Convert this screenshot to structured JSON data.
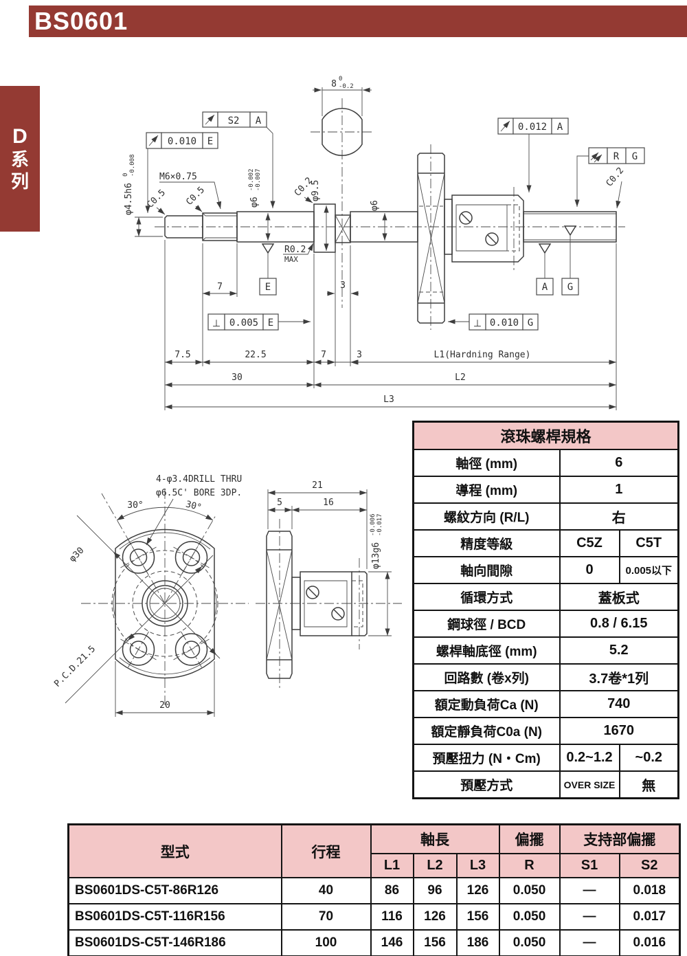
{
  "header": {
    "title": "BS0601"
  },
  "series_tab": {
    "letter": "D",
    "char1": "系",
    "char2": "列"
  },
  "colors": {
    "brand": "#943a33",
    "pink": "#f3c7c7",
    "line": "#3d3d3d"
  },
  "top_drawing": {
    "dim8_main": "8",
    "dim8_tol_top": "0",
    "dim8_tol_bot": "-0.2",
    "frame_s2_val": "S2",
    "frame_s2_datum": "A",
    "frame_010e_val": "0.010",
    "frame_010e_datum": "E",
    "frame_012a_val": "0.012",
    "frame_012a_datum": "A",
    "frame_rg_val": "R",
    "frame_rg_datum": "G",
    "frame_005e_sym": "⊥",
    "frame_005e_val": "0.005",
    "frame_005e_datum": "E",
    "frame_010g_sym": "⊥",
    "frame_010g_val": "0.010",
    "frame_010g_datum": "G",
    "thread": "M6×0.75",
    "dia45_main": "φ4.5h6",
    "dia45_tol_top": "0",
    "dia45_tol_bot": "-0.008",
    "dia6j_main": "φ6",
    "dia6j_tol_top": "-0.002",
    "dia6j_tol_bot": "-0.007",
    "c05_1": "C0.5",
    "c05_2": "C0.5",
    "c02_left": "C0.2",
    "c02_right": "C0.2",
    "dia95": "φ9.5",
    "dia6_mid": "φ6",
    "r02": "R0.2",
    "r02_max": "MAX",
    "datum_e": "E",
    "datum_a": "A",
    "datum_g": "G",
    "dim_7_top": "7",
    "dim_3_top": "3",
    "dim_75": "7.5",
    "dim_225": "22.5",
    "dim_7": "7",
    "dim_3": "3",
    "dim_l1": "L1(Hardning Range)",
    "dim_30": "30",
    "dim_l2": "L2",
    "dim_l3": "L3"
  },
  "bottom_drawing": {
    "note1": "4-φ3.4DRILL THRU",
    "note2": "φ6.5C' BORE 3DP.",
    "ang_left": "30°",
    "ang_right": "30°",
    "dia30": "φ30",
    "pcd": "P.C.D.21.5",
    "dim_20": "20",
    "dim_21": "21",
    "dim_5": "5",
    "dim_16": "16",
    "dia13_main": "φ13g6",
    "dia13_tol_top": "-0.006",
    "dia13_tol_bot": "-0.017"
  },
  "spec_table": {
    "title": "滾珠螺桿規格",
    "rows": [
      {
        "label": "軸徑 (mm)",
        "value": "6"
      },
      {
        "label": "導程 (mm)",
        "value": "1"
      },
      {
        "label": "螺紋方向 (R/L)",
        "value": "右"
      },
      {
        "label": "精度等級",
        "v1": "C5Z",
        "v2": "C5T"
      },
      {
        "label": "軸向間隙",
        "v1": "0",
        "v2": "0.005以下"
      },
      {
        "label": "循環方式",
        "value": "蓋板式"
      },
      {
        "label": "鋼球徑 / BCD",
        "value": "0.8 / 6.15"
      },
      {
        "label": "螺桿軸底徑 (mm)",
        "value": "5.2"
      },
      {
        "label": "回路數 (卷x列)",
        "value": "3.7卷*1列"
      },
      {
        "label": "額定動負荷Ca (N)",
        "value": "740"
      },
      {
        "label": "額定靜負荷C0a (N)",
        "value": "1670"
      },
      {
        "label": "預壓扭力 (N・Cm)",
        "v1": "0.2~1.2",
        "v2": "~0.2"
      },
      {
        "label": "預壓方式",
        "v1": "OVER SIZE",
        "v2": "無"
      }
    ]
  },
  "model_table": {
    "col_model": "型式",
    "col_stroke": "行程",
    "col_axis": "軸長",
    "col_runout": "偏擺",
    "col_support": "支持部偏擺",
    "sub_l1": "L1",
    "sub_l2": "L2",
    "sub_l3": "L3",
    "sub_r": "R",
    "sub_s1": "S1",
    "sub_s2": "S2",
    "rows": [
      {
        "model": "BS0601DS-C5T-86R126",
        "stroke": "40",
        "l1": "86",
        "l2": "96",
        "l3": "126",
        "r": "0.050",
        "s1": "—",
        "s2": "0.018"
      },
      {
        "model": "BS0601DS-C5T-116R156",
        "stroke": "70",
        "l1": "116",
        "l2": "126",
        "l3": "156",
        "r": "0.050",
        "s1": "—",
        "s2": "0.017"
      },
      {
        "model": "BS0601DS-C5T-146R186",
        "stroke": "100",
        "l1": "146",
        "l2": "156",
        "l3": "186",
        "r": "0.050",
        "s1": "—",
        "s2": "0.016"
      }
    ]
  }
}
